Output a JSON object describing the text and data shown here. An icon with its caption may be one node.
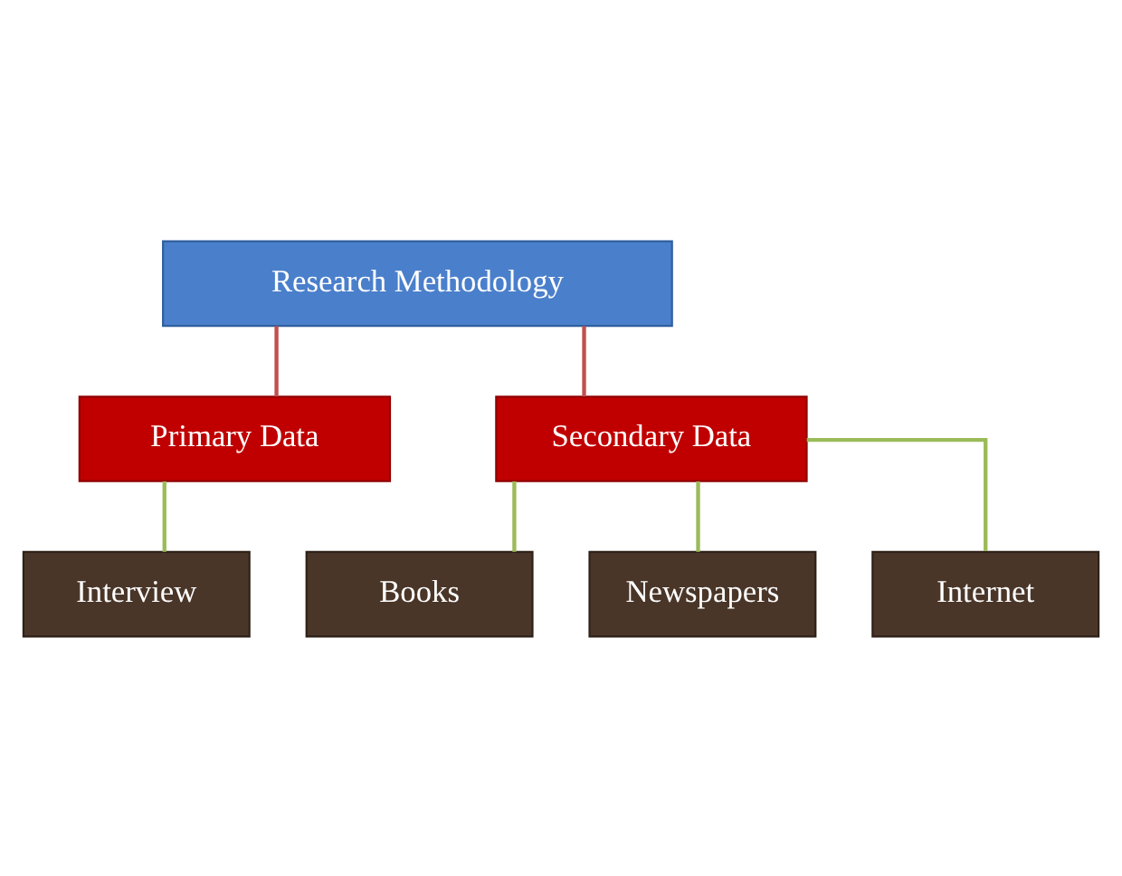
{
  "diagram": {
    "nodes": [
      {
        "text": [
          "Research Methodology"
        ]
      },
      {
        "text": [
          "Primary Data"
        ]
      },
      {
        "text": [
          "Secondary Data"
        ]
      },
      {
        "text": [
          "Interview"
        ]
      },
      {
        "text": [
          "Books"
        ]
      },
      {
        "text": [
          "Newspapers"
        ]
      },
      {
        "text": [
          "Internet"
        ]
      }
    ],
    "edges": [
      {
        "from": 0,
        "to": 1,
        "arrow": "none",
        "color": "#c0504d"
      },
      {
        "from": 0,
        "to": 2,
        "arrow": "none",
        "color": "#c0504d"
      },
      {
        "from": 1,
        "to": 3,
        "arrow": "none"
      },
      {
        "from": 2,
        "to": 4,
        "arrow": "none"
      },
      {
        "from": 2,
        "to": 5,
        "arrow": "none"
      },
      {
        "from": 2,
        "to": 6,
        "arrow": "none"
      }
    ]
  }
}
